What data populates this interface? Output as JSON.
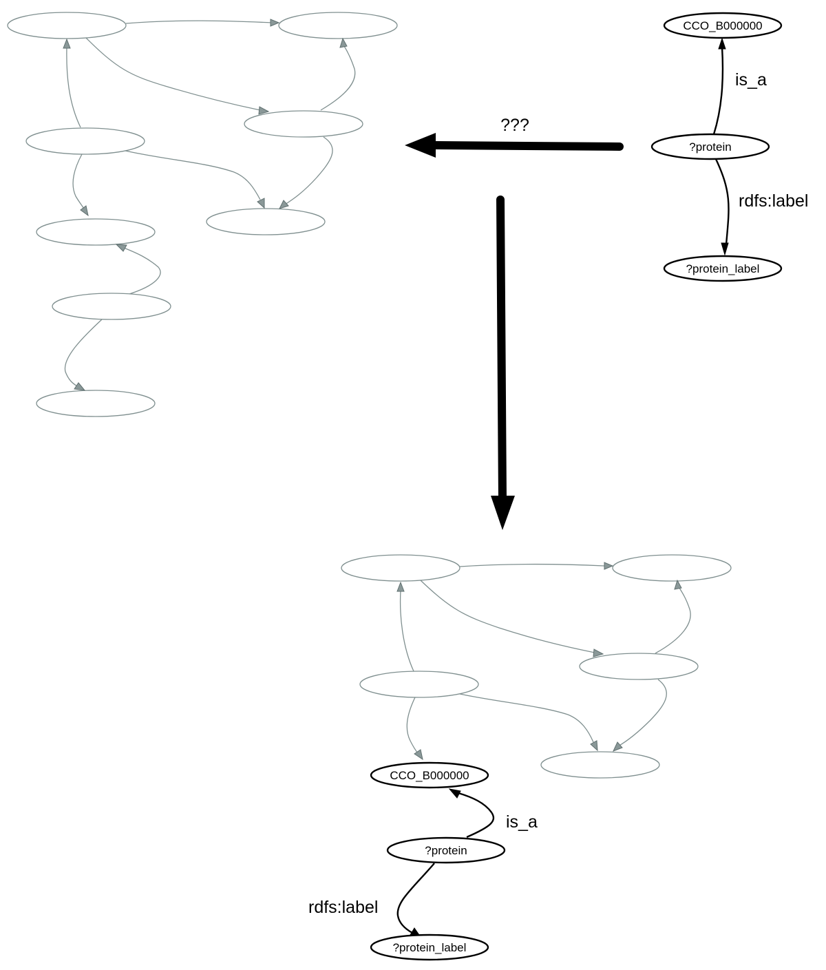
{
  "query_graph": {
    "nodes": {
      "class_node": "CCO_B000000",
      "protein_node": "?protein",
      "label_node": "?protein_label"
    },
    "edges": {
      "is_a": "is_a",
      "rdfs_label": "rdfs:label"
    }
  },
  "arrow_question": "???",
  "colors": {
    "background_graph": "#7f8f8f",
    "query_graph": "#000000"
  }
}
